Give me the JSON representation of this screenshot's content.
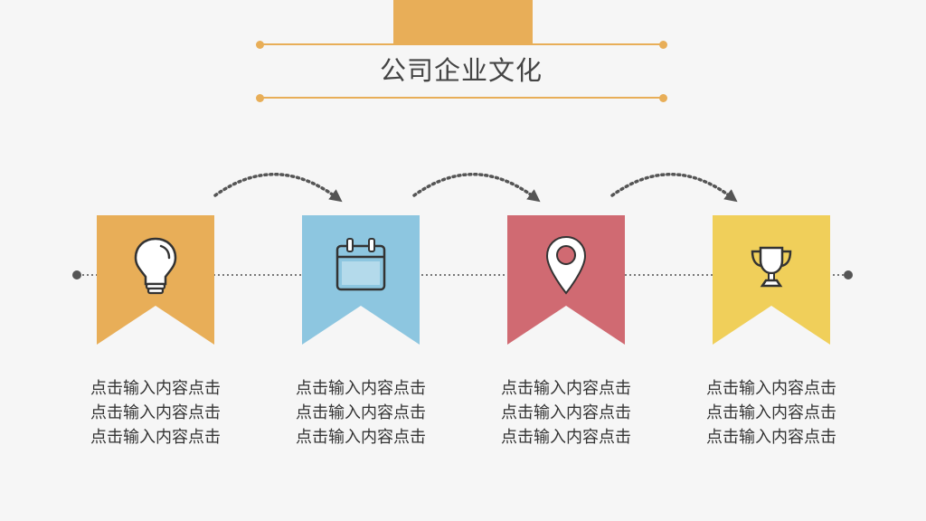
{
  "header": {
    "title": "公司企业文化"
  },
  "colors": {
    "accent": "#e8ae58",
    "blue": "#8dc6e0",
    "red": "#d06a72",
    "yellow": "#f0cf5a",
    "connector": "#555555"
  },
  "steps": [
    {
      "icon": "lightbulb-icon",
      "color": "#e8ae58",
      "lines": [
        "点击输入内容点击",
        "点击输入内容点击",
        "点击输入内容点击"
      ]
    },
    {
      "icon": "calendar-icon",
      "color": "#8dc6e0",
      "lines": [
        "点击输入内容点击",
        "点击输入内容点击",
        "点击输入内容点击"
      ]
    },
    {
      "icon": "map-pin-icon",
      "color": "#d06a72",
      "lines": [
        "点击输入内容点击",
        "点击输入内容点击",
        "点击输入内容点击"
      ]
    },
    {
      "icon": "trophy-icon",
      "color": "#f0cf5a",
      "lines": [
        "点击输入内容点击",
        "点击输入内容点击",
        "点击输入内容点击"
      ]
    }
  ]
}
